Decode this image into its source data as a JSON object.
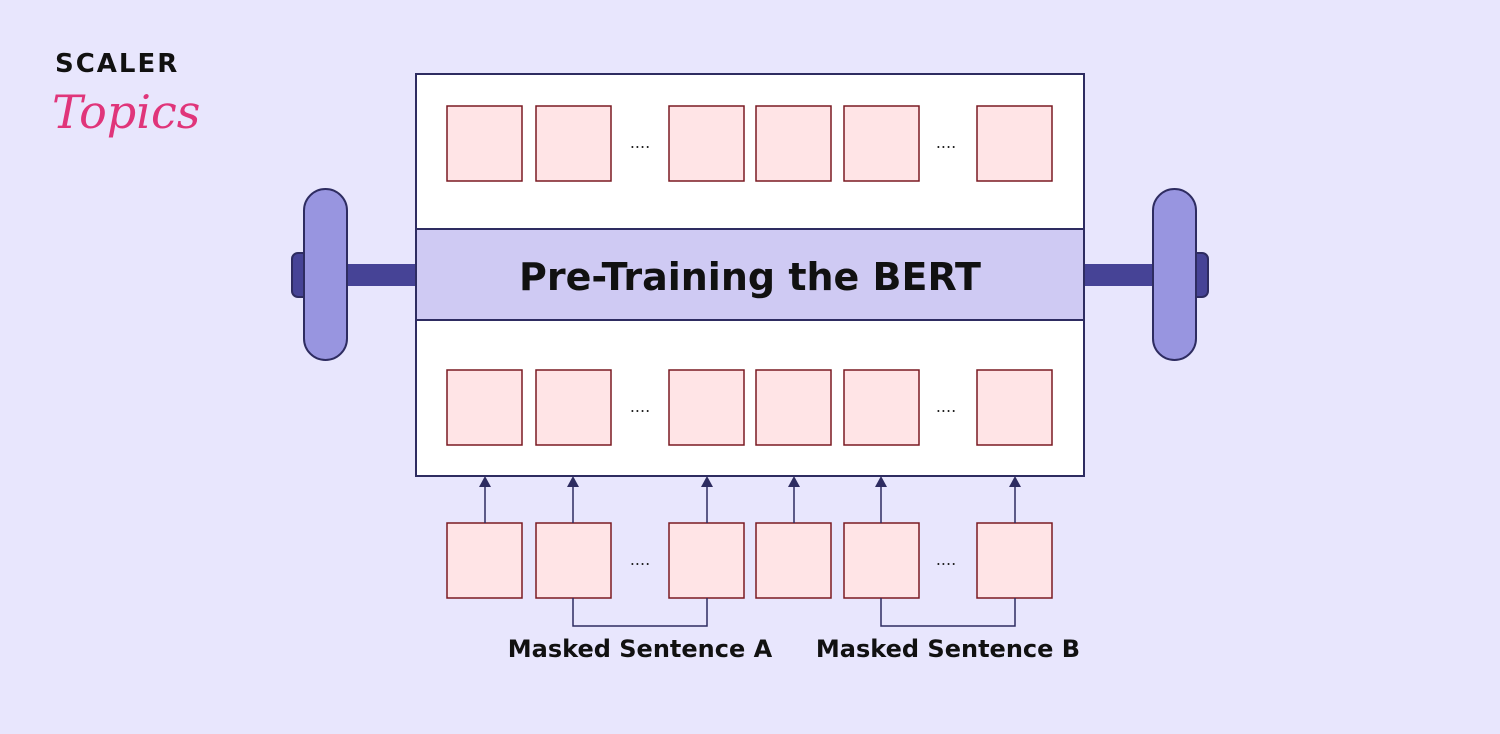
{
  "logo": {
    "line1": "SCALER",
    "line2": "Topics"
  },
  "diagram": {
    "title": "Pre-Training the BERT",
    "ellipsis": "....",
    "labels": {
      "sentence_a": "Masked Sentence A",
      "sentence_b": "Masked Sentence B"
    }
  },
  "colors": {
    "background": "#e8e6fd",
    "outline": "#2e2c61",
    "band": "#cfcaf3",
    "weight_plate": "#9895e0",
    "bar": "#464396",
    "token_fill": "#ffe4e6",
    "token_stroke": "#7a1a22",
    "logo_pink": "#e0357a"
  }
}
